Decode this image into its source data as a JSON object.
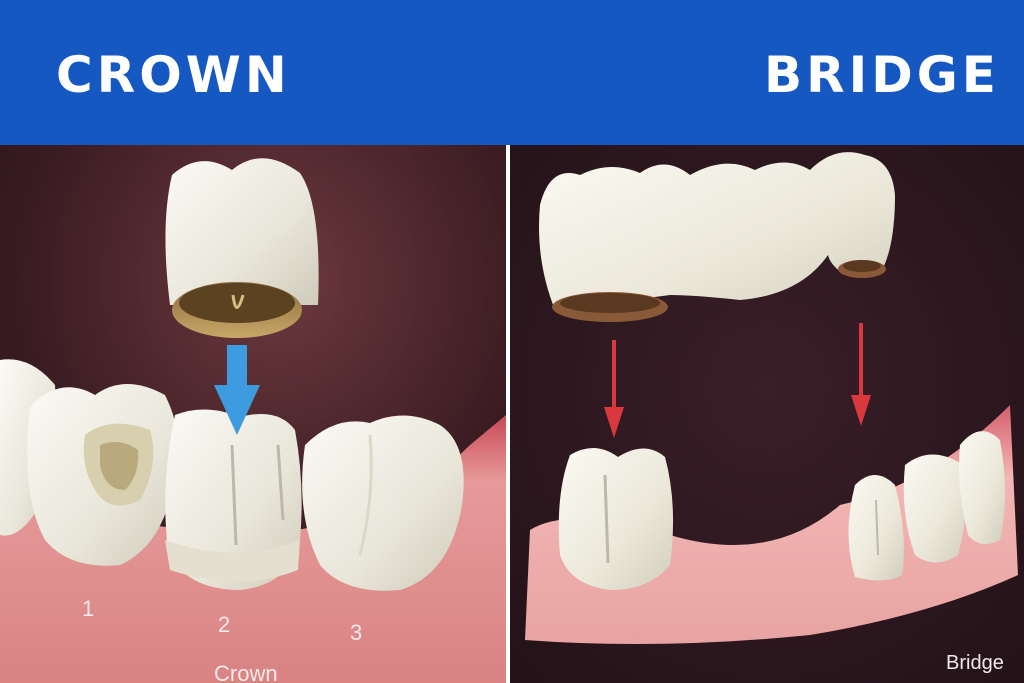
{
  "header": {
    "left_title": "CROWN",
    "right_title": "BRIDGE",
    "background_color": "#1658c2"
  },
  "crown_panel": {
    "tooth_labels": [
      "1",
      "2",
      "3"
    ],
    "caption": "Crown",
    "arrow_color": "#3d9be0"
  },
  "bridge_panel": {
    "caption": "Bridge",
    "arrow_color": "#d9383e"
  }
}
